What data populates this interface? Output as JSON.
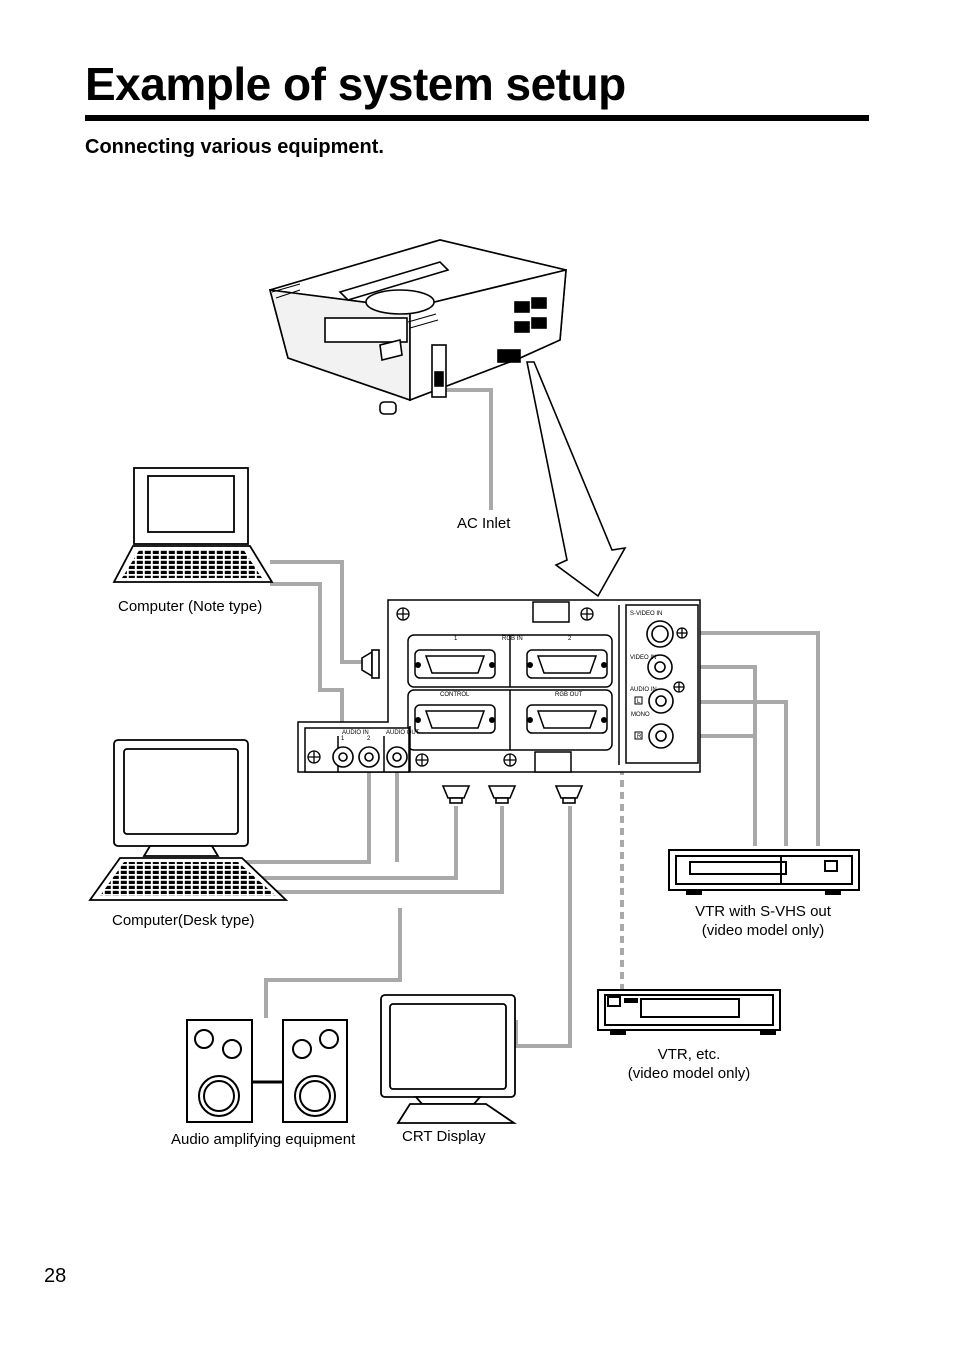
{
  "header": {
    "title": "Example of system setup",
    "subtitle": "Connecting various equipment."
  },
  "labels": {
    "ac_inlet": "AC Inlet",
    "computer_note": "Computer (Note type)",
    "computer_desk": "Computer(Desk type)",
    "vtr_svhs_line1": "VTR with S-VHS out",
    "vtr_svhs_line2": "(video model only)",
    "vtr_etc_line1": "VTR, etc.",
    "vtr_etc_line2": "(video model only)",
    "audio_equipment": "Audio amplifying equipment",
    "crt_display": "CRT Display"
  },
  "panel": {
    "rgb_in": "RGB IN",
    "rgb_in_1": "1",
    "rgb_in_2": "2",
    "control": "CONTROL",
    "rgb_out": "RGB OUT",
    "audio_in": "AUDIO IN",
    "audio_in_1": "1",
    "audio_in_2": "2",
    "audio_out": "AUDIO OUT",
    "s_video_in": "S-VIDEO IN",
    "video_in": "VIDEO IN",
    "audio_in_av": "AUDIO IN",
    "audio_l": "L",
    "mono": "MONO",
    "audio_r": "R"
  },
  "footer": {
    "page_number": "28"
  },
  "colors": {
    "cable": "#a9a9a9",
    "ink": "#000000",
    "background": "#ffffff"
  }
}
